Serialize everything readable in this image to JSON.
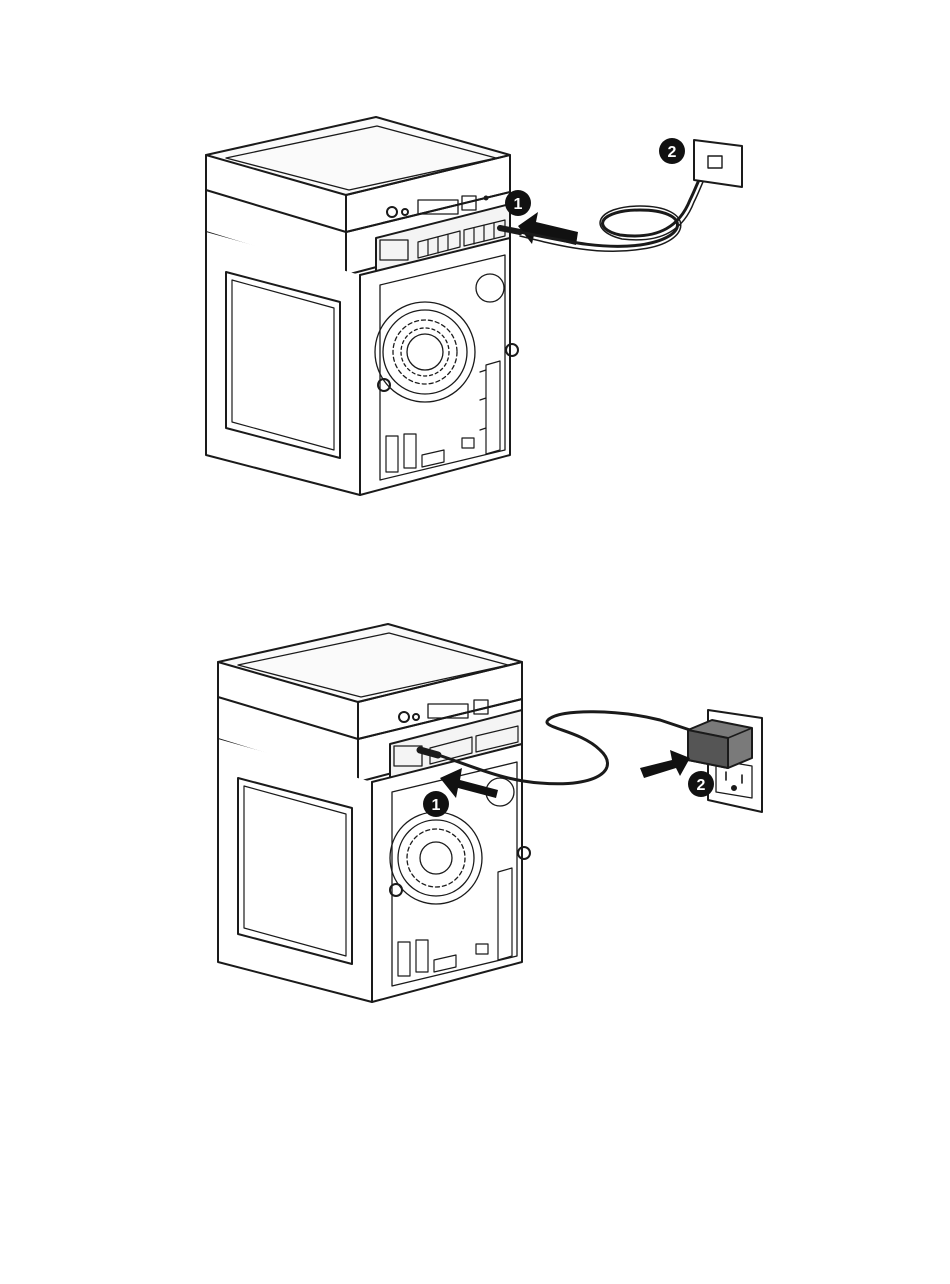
{
  "figures": [
    {
      "id": "network-cable-connection",
      "callouts": [
        {
          "number": "1"
        },
        {
          "number": "2"
        }
      ]
    },
    {
      "id": "power-cord-connection",
      "callouts": [
        {
          "number": "1"
        },
        {
          "number": "2"
        }
      ]
    }
  ],
  "colors": {
    "line": "#1a1a1a",
    "callout_fill": "#111111",
    "callout_text": "#ffffff",
    "panel_fill": "#f4f4f4",
    "background": "#ffffff"
  }
}
